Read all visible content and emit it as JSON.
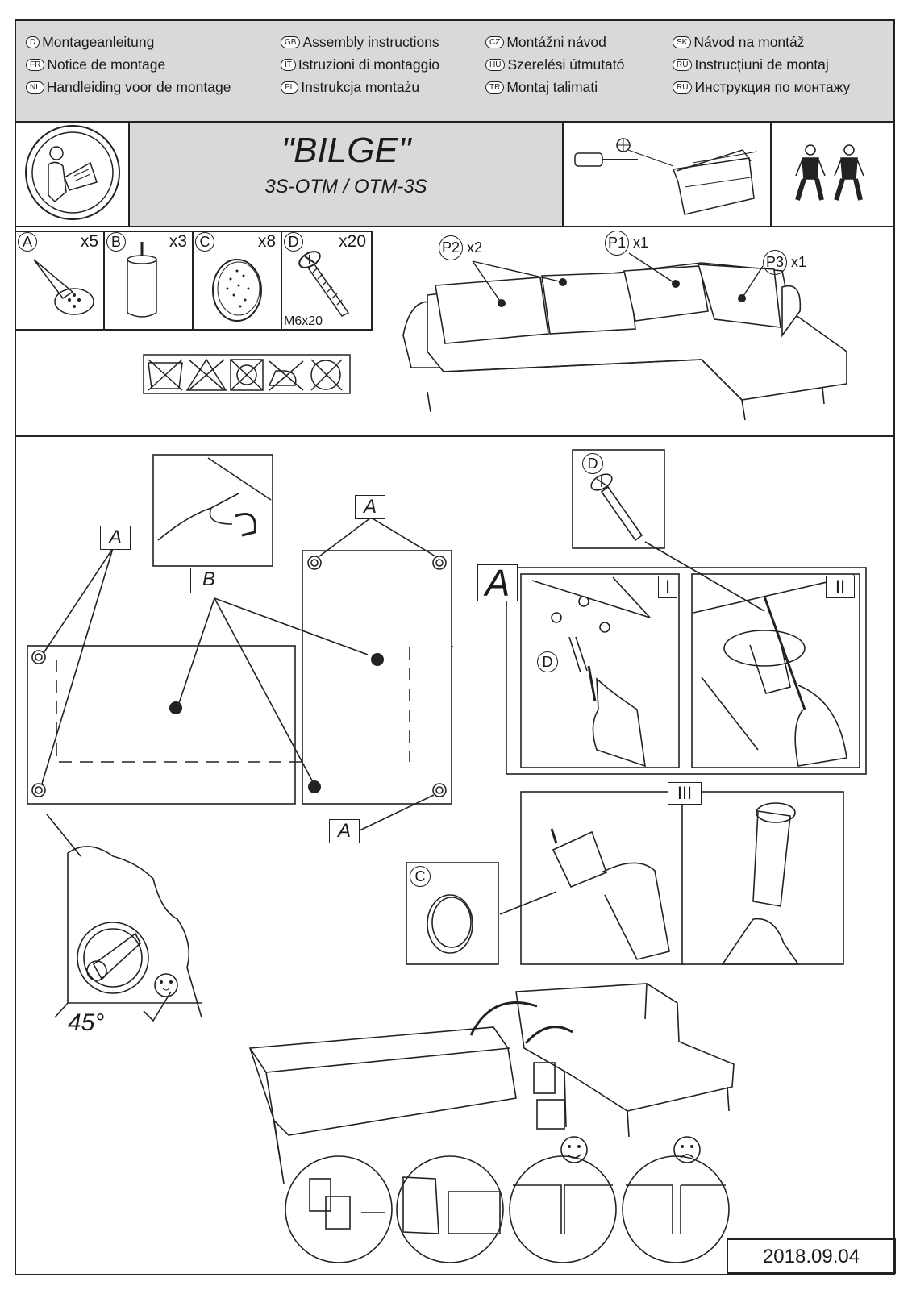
{
  "languages": [
    {
      "code": "D",
      "text": "Montageanleitung"
    },
    {
      "code": "FR",
      "text": "Notice de montage"
    },
    {
      "code": "NL",
      "text": "Handleiding voor de montage"
    },
    {
      "code": "GB",
      "text": "Assembly instructions"
    },
    {
      "code": "IT",
      "text": "Istruzioni di montaggio"
    },
    {
      "code": "PL",
      "text": "Instrukcja montażu"
    },
    {
      "code": "CZ",
      "text": "Montážni návod"
    },
    {
      "code": "HU",
      "text": "Szerelési útmutató"
    },
    {
      "code": "TR",
      "text": "Montaj talimati"
    },
    {
      "code": "SK",
      "text": "Návod na montáž"
    },
    {
      "code": "RU",
      "text": "Instrucțiuni de montaj"
    },
    {
      "code": "RU",
      "text": "Инструкция по монтажу"
    }
  ],
  "product": {
    "name": "\"BILGE\"",
    "model": "3S-OTM / OTM-3S"
  },
  "parts": [
    {
      "label": "A",
      "qty": "x5",
      "spec": ""
    },
    {
      "label": "B",
      "qty": "x3",
      "spec": ""
    },
    {
      "label": "C",
      "qty": "x8",
      "spec": ""
    },
    {
      "label": "D",
      "qty": "x20",
      "spec": "M6x20"
    }
  ],
  "pillows": [
    {
      "label": "P2",
      "qty": "x2"
    },
    {
      "label": "P1",
      "qty": "x1"
    },
    {
      "label": "P3",
      "qty": "x1"
    }
  ],
  "callouts": {
    "A": "A",
    "B": "B",
    "C": "C",
    "D": "D",
    "step1": "I",
    "step2": "II",
    "step3": "III",
    "angle": "45°"
  },
  "date": "2018.09.04"
}
